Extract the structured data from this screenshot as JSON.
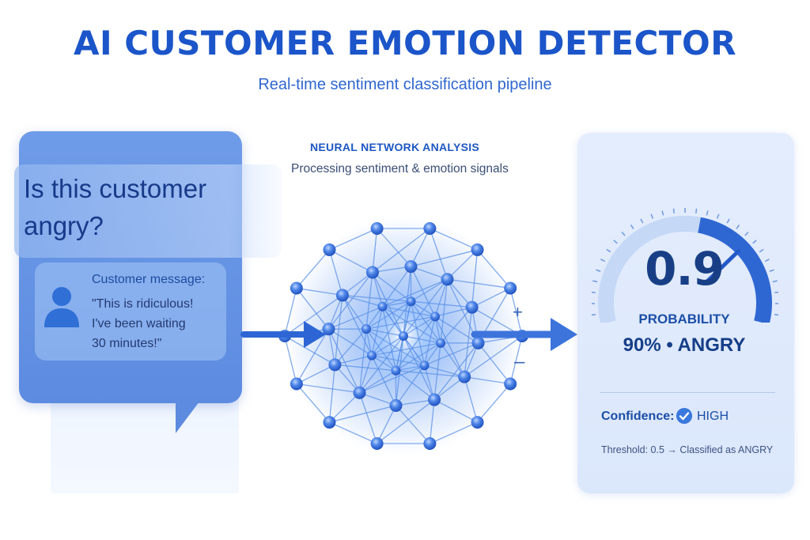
{
  "header": {
    "title": "AI CUSTOMER EMOTION DETECTOR",
    "subtitle": "Real-time sentiment classification pipeline"
  },
  "input": {
    "question": "Is this customer angry?",
    "message_label": "Customer message:",
    "message_lines": [
      "\"This is ridiculous!",
      "I've been waiting",
      "30 minutes!\""
    ]
  },
  "network": {
    "title": "NEURAL NETWORK ANALYSIS",
    "subtitle": "Processing sentiment & emotion signals",
    "plus_symbol": "+",
    "minus_symbol": "–"
  },
  "output": {
    "probability_value": "0.9",
    "probability_label": "PROBABILITY",
    "result": "90% • ANGRY",
    "confidence_label": "Confidence:",
    "confidence_value": "HIGH",
    "threshold_text": "Threshold: 0.5 → Classified as ANGRY",
    "gauge_level": 0.9
  },
  "colors": {
    "accent": "#1b55c9",
    "node": "#3f7ae3",
    "edge": "#5a8fe6",
    "glow": "#7fb0ff"
  },
  "icons": [
    "user-icon",
    "check-circle-icon",
    "arrow-right-icon"
  ]
}
